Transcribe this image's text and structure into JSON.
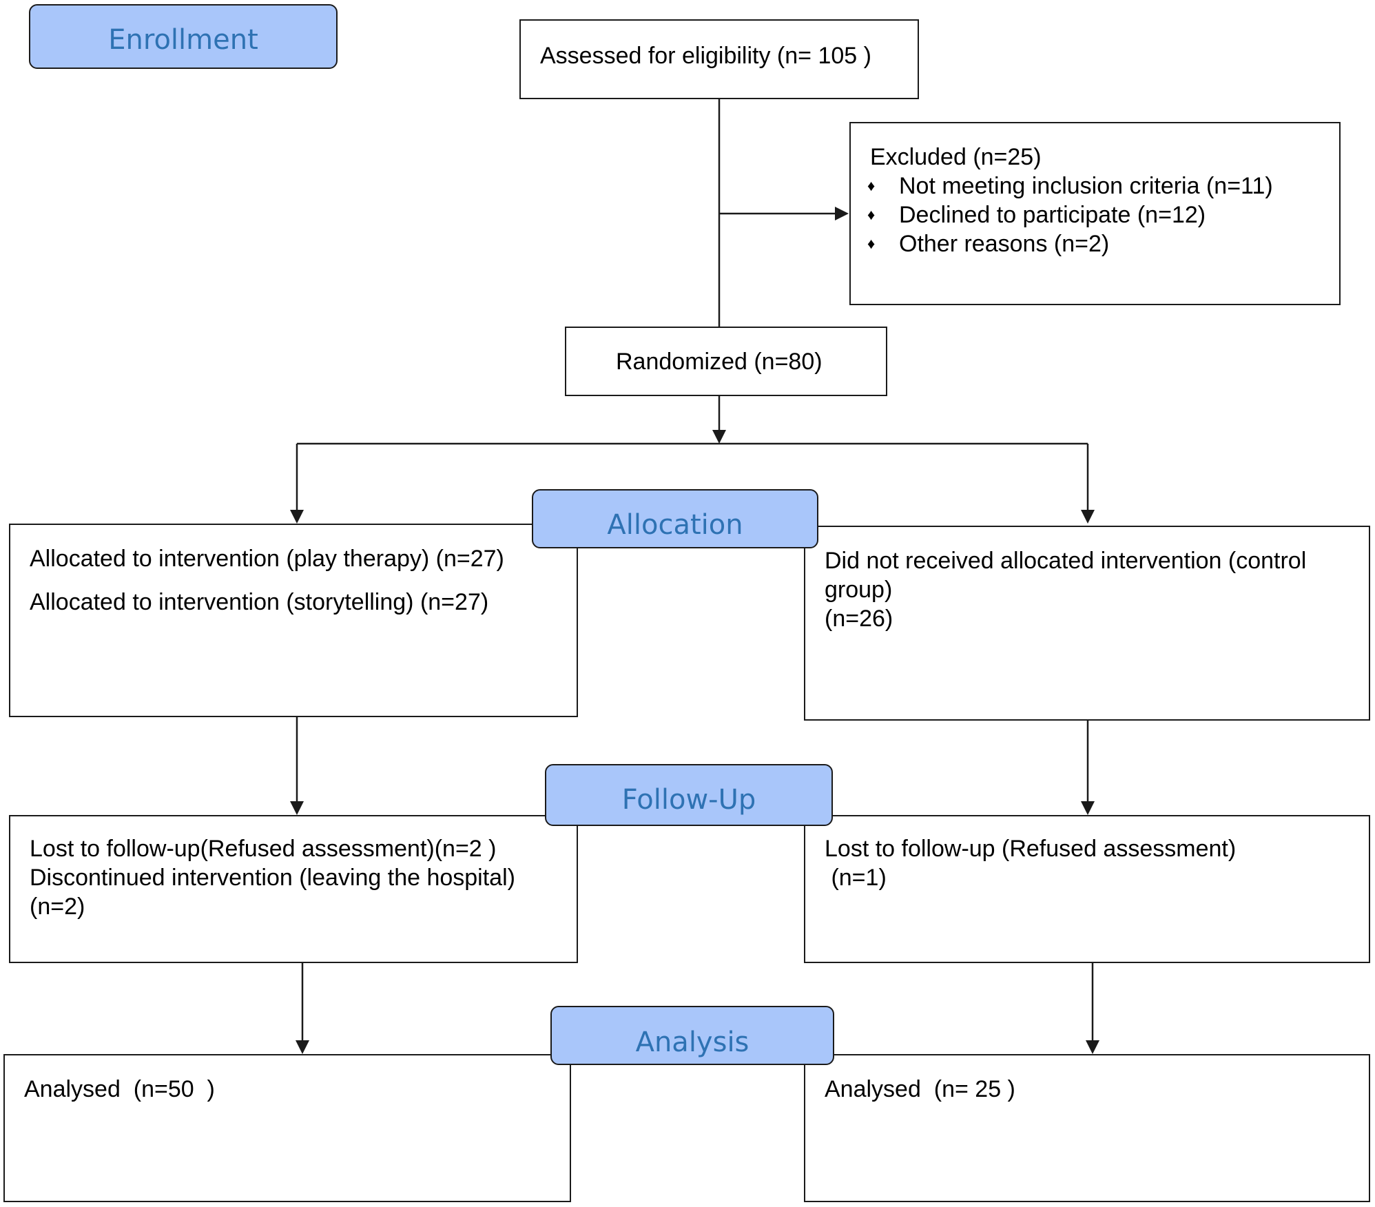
{
  "stages": {
    "enrollment": "Enrollment",
    "allocation": "Allocation",
    "follow_up": "Follow-Up",
    "analysis": "Analysis"
  },
  "assessed": "Assessed for eligibility (n= 105 )",
  "excluded": {
    "title": "Excluded  (n=25)",
    "bullet_symbol": "♦",
    "reasons": [
      "Not meeting inclusion criteria (n=11)",
      "Declined to participate (n=12)",
      "Other reasons (n=2)"
    ]
  },
  "randomized": "Randomized (n=80)",
  "allocation_left": [
    "Allocated to intervention (play therapy) (n=27)",
    "Allocated to intervention (storytelling) (n=27)"
  ],
  "allocation_right": [
    "Did not received allocated intervention (control",
    "group)",
    "(n=26)"
  ],
  "followup_left": [
    "Lost to follow-up(Refused assessment)(n=2  )",
    "Discontinued intervention (leaving the hospital)",
    "(n=2)"
  ],
  "followup_right": [
    "Lost to follow-up (Refused assessment)",
    " (n=1)"
  ],
  "analysis_left": "Analysed  (n=50  )",
  "analysis_right": "Analysed  (n= 25 )",
  "colors": {
    "stage_fill": "#a9c6fa",
    "stage_text": "#2e72b3",
    "box_border": "#1a1a1a"
  }
}
